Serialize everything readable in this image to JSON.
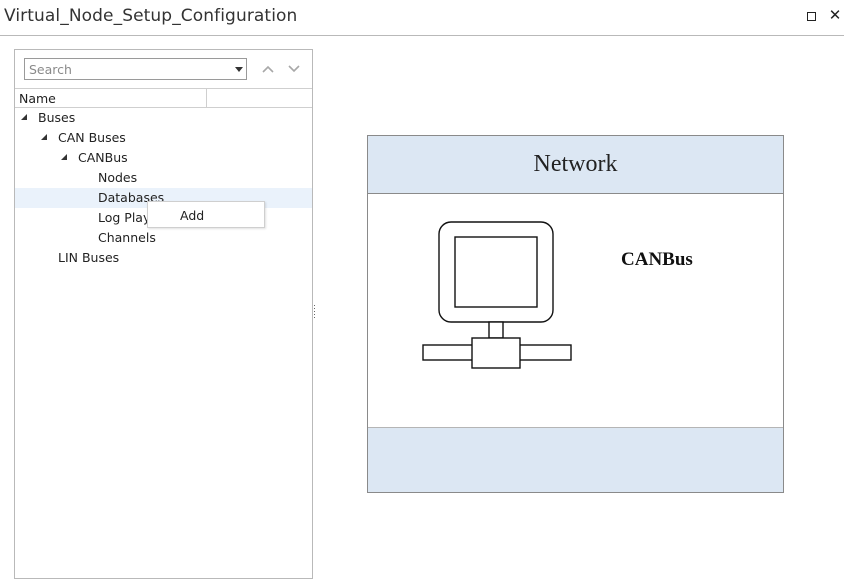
{
  "window": {
    "title": "Virtual_Node_Setup_Configuration",
    "maximize_icon": "maximize-icon",
    "close_icon": "close-icon",
    "close_glyph": "✕"
  },
  "search": {
    "placeholder": "Search",
    "value": ""
  },
  "tree": {
    "column_name": "Name",
    "items": [
      {
        "label": "Buses",
        "expanded": true
      },
      {
        "label": "CAN Buses",
        "expanded": true
      },
      {
        "label": "CANBus",
        "expanded": true
      },
      {
        "label": "Nodes"
      },
      {
        "label": "Databases",
        "selected": true
      },
      {
        "label": "Log Play"
      },
      {
        "label": "Channels"
      },
      {
        "label": "LIN Buses"
      }
    ]
  },
  "context_menu": {
    "items": [
      {
        "label": "Add"
      }
    ]
  },
  "network": {
    "title": "Network",
    "bus_label": "CANBus",
    "icon": "network-computer-icon",
    "colors": {
      "header": "#dce7f3",
      "border": "#8a8a8a"
    }
  }
}
